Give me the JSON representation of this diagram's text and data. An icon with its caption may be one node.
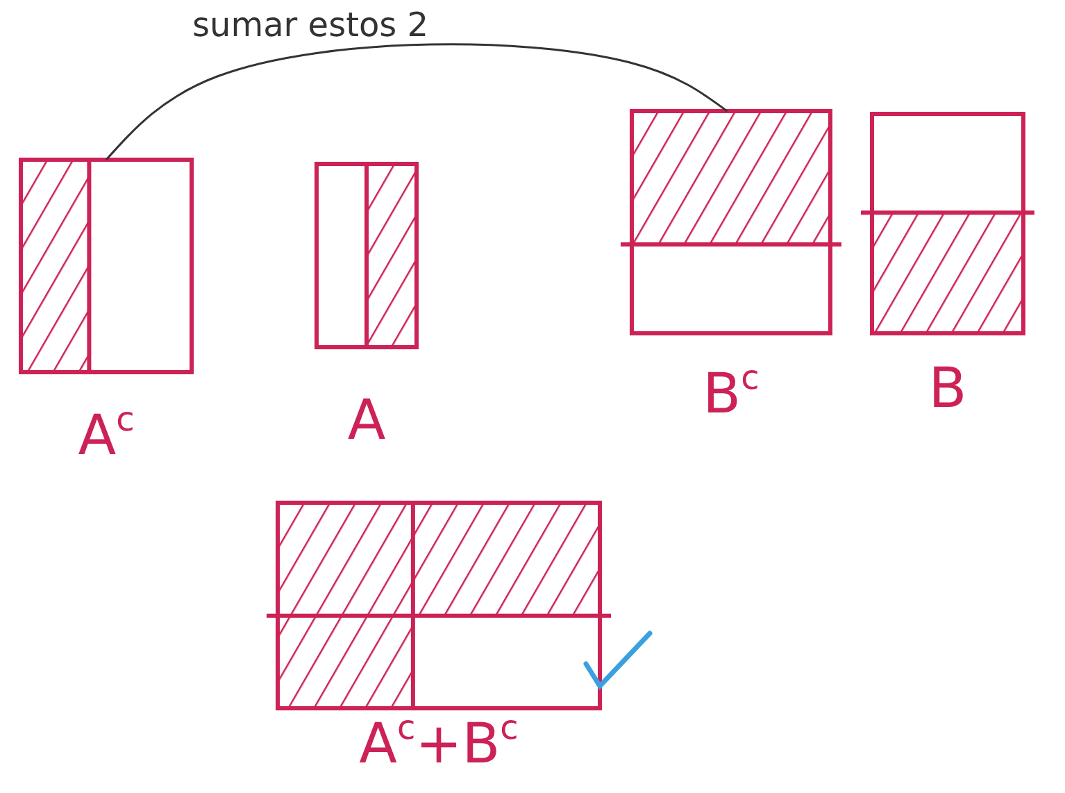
{
  "diagram": {
    "nodes": [
      {
        "text": [
          "A$^{c}$"
        ]
      },
      {
        "text": [
          "A"
        ]
      },
      {
        "text": [
          "B$^{c}$"
        ]
      },
      {
        "text": [
          "B"
        ]
      },
      {
        "text": [
          "A$^{c}$+B$^{c}$"
        ]
      }
    ],
    "edges": [
      {
        "from": 0,
        "to": 2,
        "arrow": "none",
        "label": "sumar estos 2"
      }
    ]
  }
}
